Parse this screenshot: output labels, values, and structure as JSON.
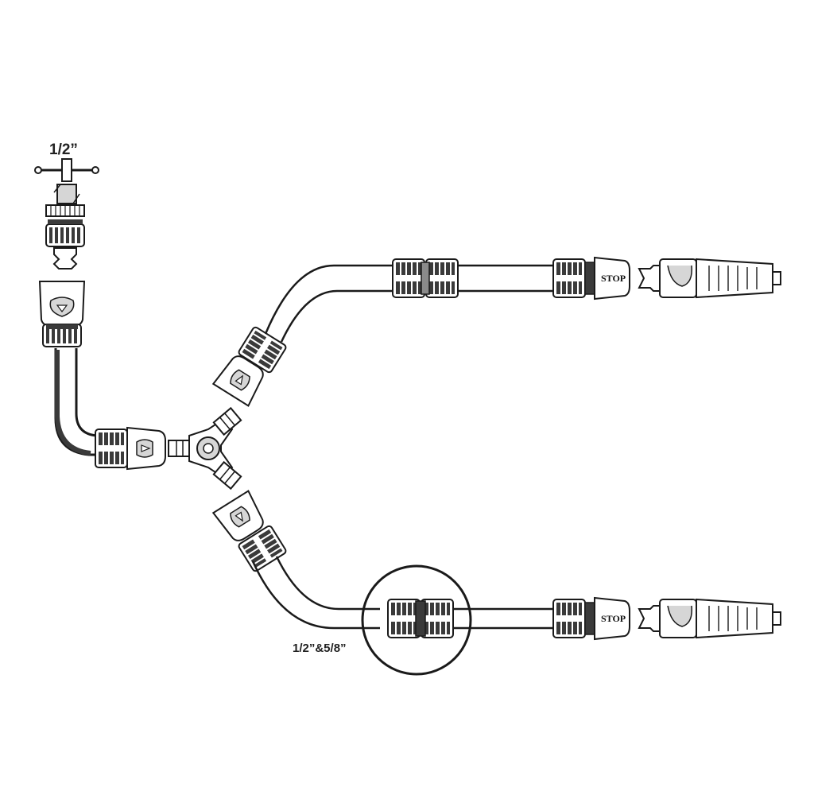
{
  "labels": {
    "tap_size": "1/2”",
    "hose_size": "1/2”&5/8”",
    "stop_upper": "STOP",
    "stop_lower": "STOP"
  },
  "colors": {
    "line": "#1a1a1a",
    "dark_fill": "#3a3a3a",
    "mid_fill": "#8a8a8a",
    "light_fill": "#d6d6d6",
    "background": "#ffffff"
  },
  "components": {
    "tap": "garden-tap",
    "adapter": "threaded-tap-adapter",
    "splitter": "three-way-y-splitter",
    "repair_connector": "hose-repair-connector",
    "stop_connector": "stop-hose-connector",
    "nozzle": "spray-nozzle"
  }
}
